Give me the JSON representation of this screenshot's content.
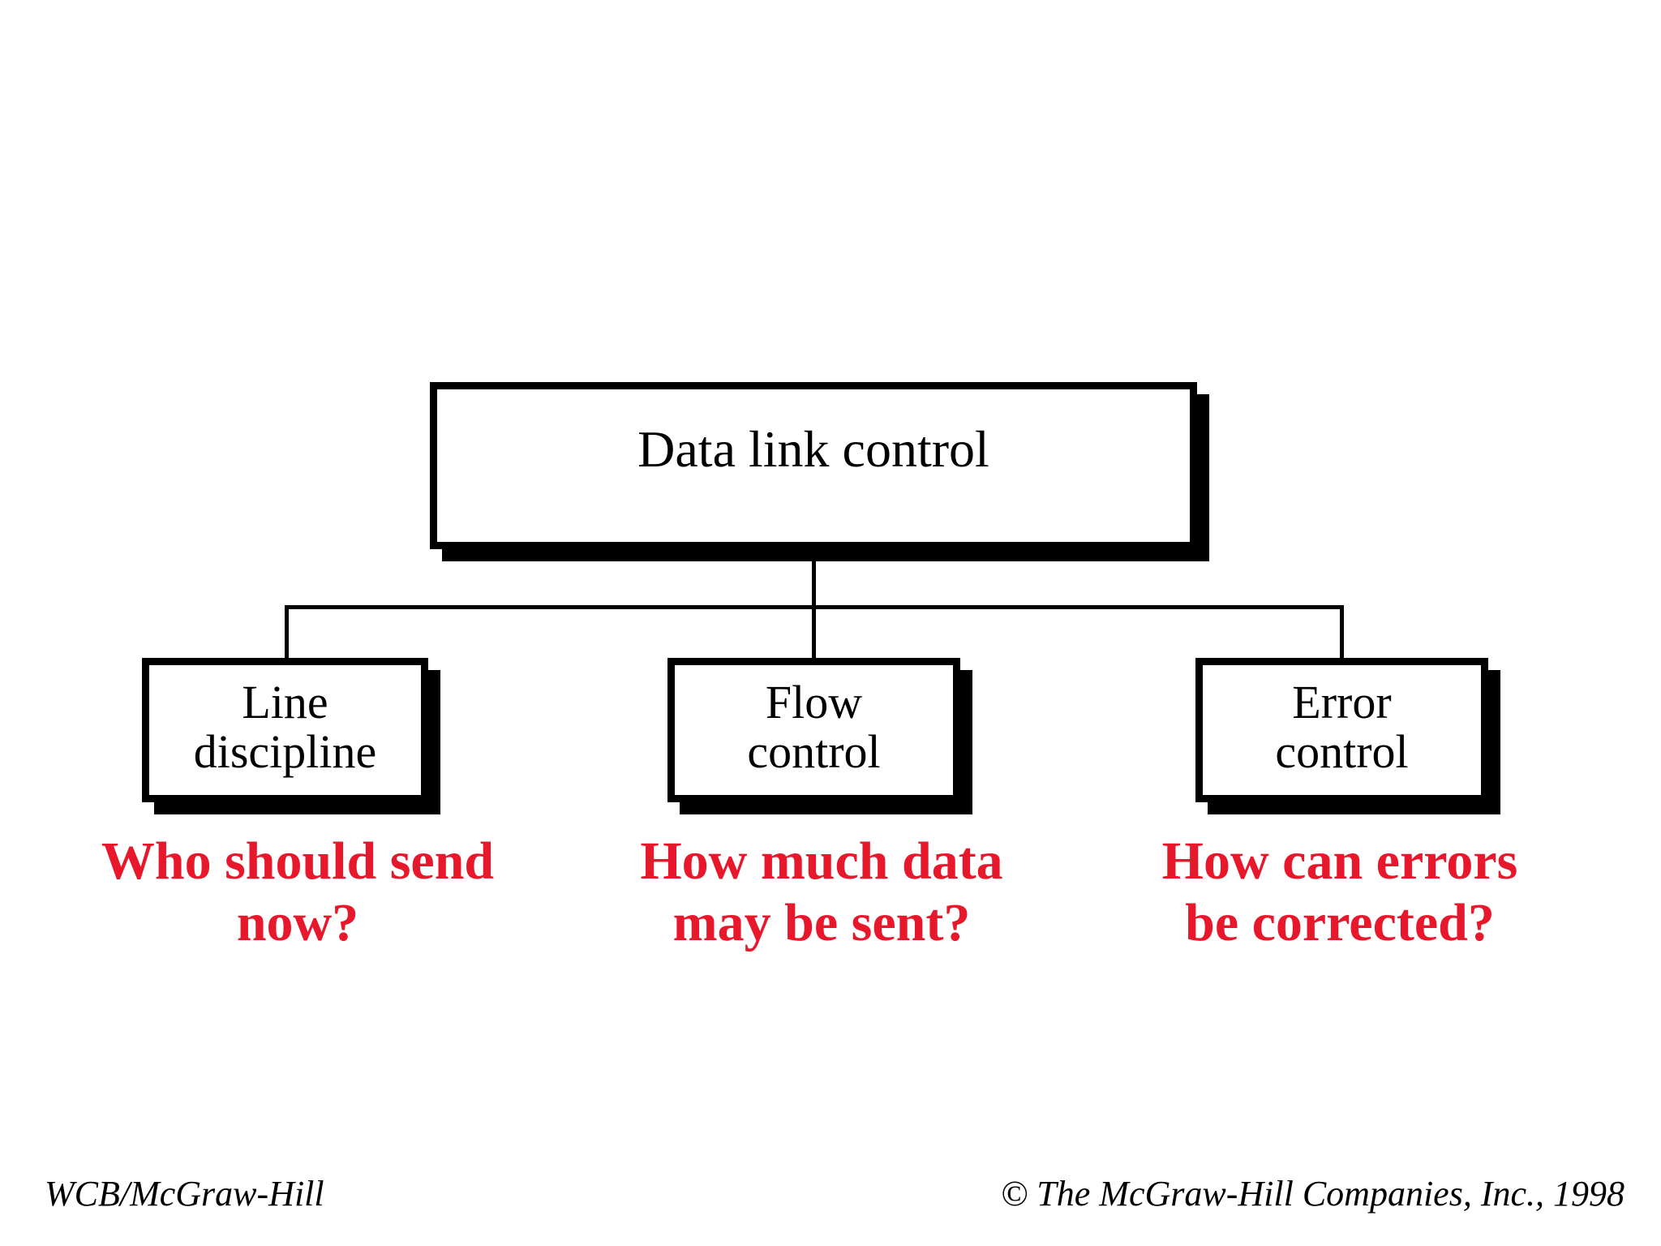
{
  "diagram": {
    "root": {
      "label": "Data link control"
    },
    "children": [
      {
        "label": "Line\ndiscipline",
        "question": "Who should send\nnow?"
      },
      {
        "label": "Flow\ncontrol",
        "question": "How much data\nmay be sent?"
      },
      {
        "label": "Error\ncontrol",
        "question": "How can errors\nbe corrected?"
      }
    ]
  },
  "footer": {
    "left": "WCB/McGraw-Hill",
    "right": "© The McGraw-Hill Companies, Inc., 1998"
  },
  "colors": {
    "question_red": "#e8182c",
    "line_black": "#000000",
    "background": "#ffffff"
  }
}
